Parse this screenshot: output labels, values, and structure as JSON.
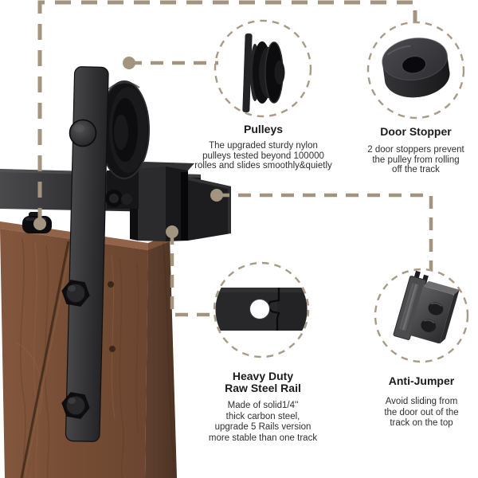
{
  "callouts": [
    {
      "id": "pulleys",
      "icon": "pulley-icon",
      "title_lines": [
        "Pulleys"
      ],
      "body_lines": [
        "The upgraded sturdy nylon",
        "pulleys tested beyond 100000",
        "rolles and slides smoothly&quietly"
      ]
    },
    {
      "id": "door-stopper",
      "icon": "door-stopper-icon",
      "title_lines": [
        "Door Stopper"
      ],
      "body_lines": [
        "2 door stoppers prevent",
        "the pulley from rolling",
        "off the track"
      ]
    },
    {
      "id": "heavy-duty-rail",
      "icon": "steel-rail-icon",
      "title_lines": [
        "Heavy Duty",
        "Raw Steel Rail"
      ],
      "body_lines": [
        "Made of solid1/4''",
        "thick carbon steel,",
        "upgrade 5 Rails version",
        "more stable than one track"
      ]
    },
    {
      "id": "anti-jumper",
      "icon": "anti-jumper-icon",
      "title_lines": [
        "Anti-Jumper"
      ],
      "body_lines": [
        "Avoid sliding from",
        "the door out of the",
        "track on the top"
      ]
    }
  ],
  "colors": {
    "background": "#ffffff",
    "callout_line": "#a2947f",
    "circle_dash": "#a89b86",
    "heading_text": "#1b1b1b",
    "body_text": "#2f2f2f",
    "hardware_black": "#161618",
    "steel_gray": "#3a3a3c",
    "wood_mid": "#7a5138",
    "wood_dark": "#5a3c29",
    "wood_light": "#8d6044"
  }
}
